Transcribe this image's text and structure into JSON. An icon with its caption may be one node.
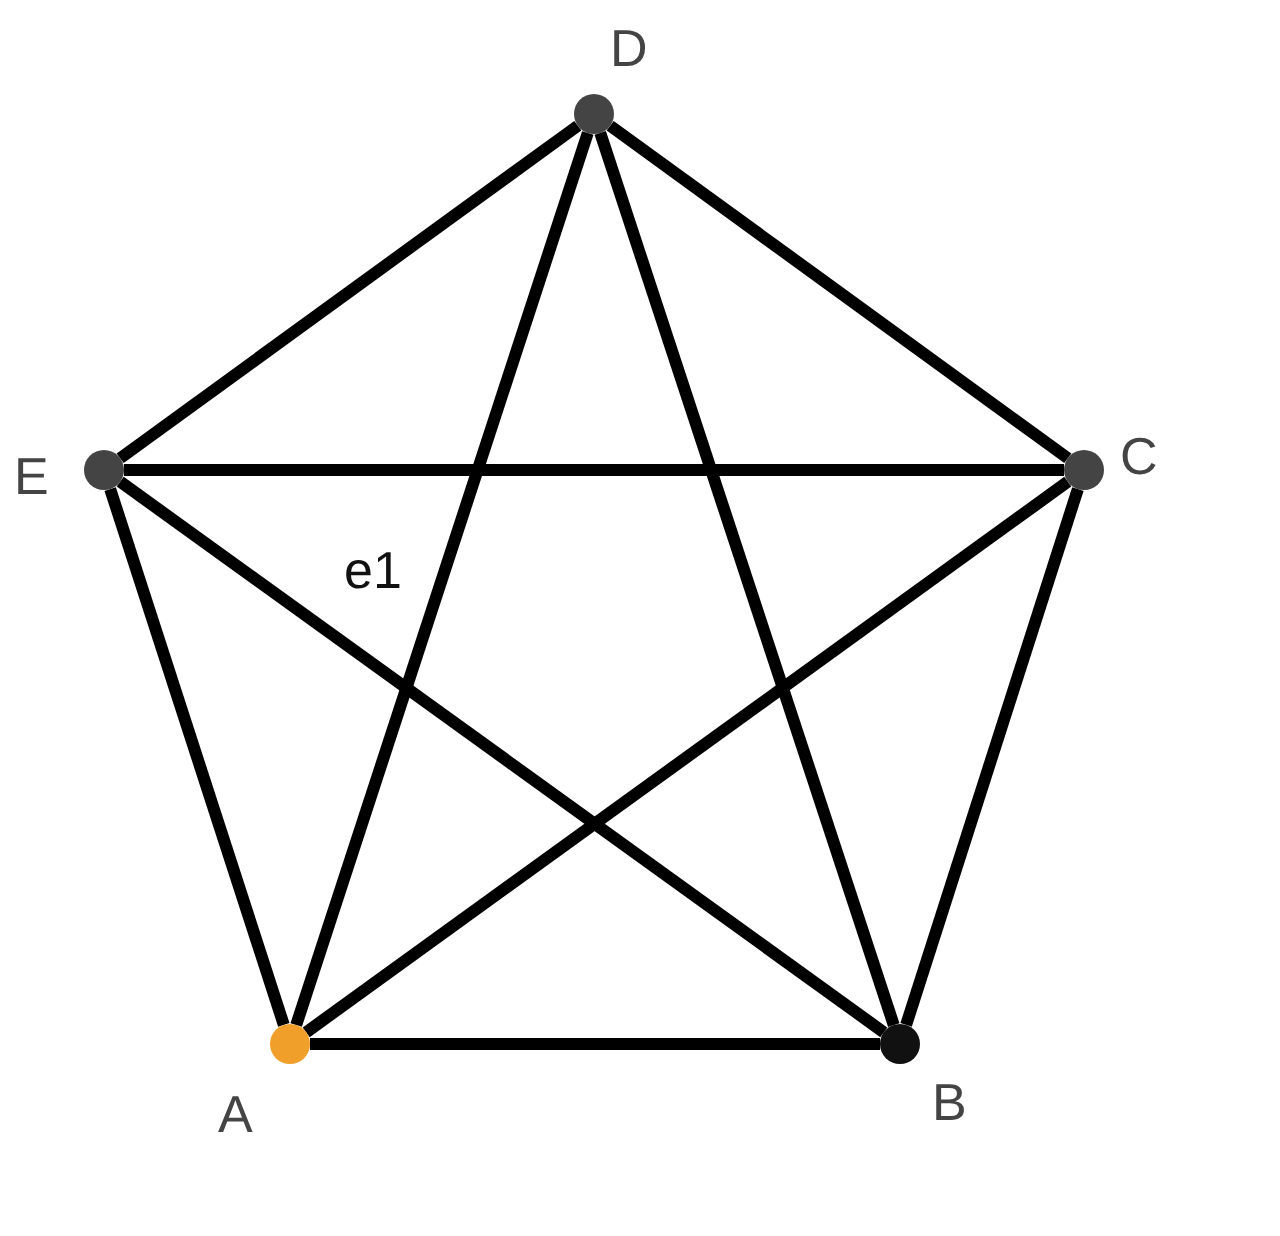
{
  "diagram": {
    "nodes": [
      {
        "text": [],
        "shape": "circle",
        "beside": [
          "A"
        ]
      },
      {
        "text": [],
        "shape": "circle",
        "beside": [
          "B"
        ]
      },
      {
        "text": [],
        "shape": "circle",
        "beside": [
          "C"
        ]
      },
      {
        "text": [],
        "shape": "circle",
        "beside": [
          "D"
        ]
      },
      {
        "text": [],
        "shape": "circle",
        "beside": [
          "E"
        ]
      }
    ],
    "edges": [
      {
        "from": 4,
        "to": 3,
        "arrow": "none"
      },
      {
        "from": 3,
        "to": 2,
        "arrow": "none"
      },
      {
        "from": 2,
        "to": 1,
        "arrow": "none"
      },
      {
        "from": 1,
        "to": 0,
        "arrow": "none"
      },
      {
        "from": 0,
        "to": 4,
        "arrow": "none"
      },
      {
        "from": 4,
        "to": 2,
        "arrow": "none"
      },
      {
        "from": 4,
        "to": 1,
        "arrow": "none"
      },
      {
        "from": 3,
        "to": 0,
        "arrow": "none"
      },
      {
        "from": 3,
        "to": 1,
        "arrow": "none"
      },
      {
        "from": 0,
        "to": 2,
        "arrow": "none"
      }
    ],
    "labels": [
      "e1"
    ]
  }
}
